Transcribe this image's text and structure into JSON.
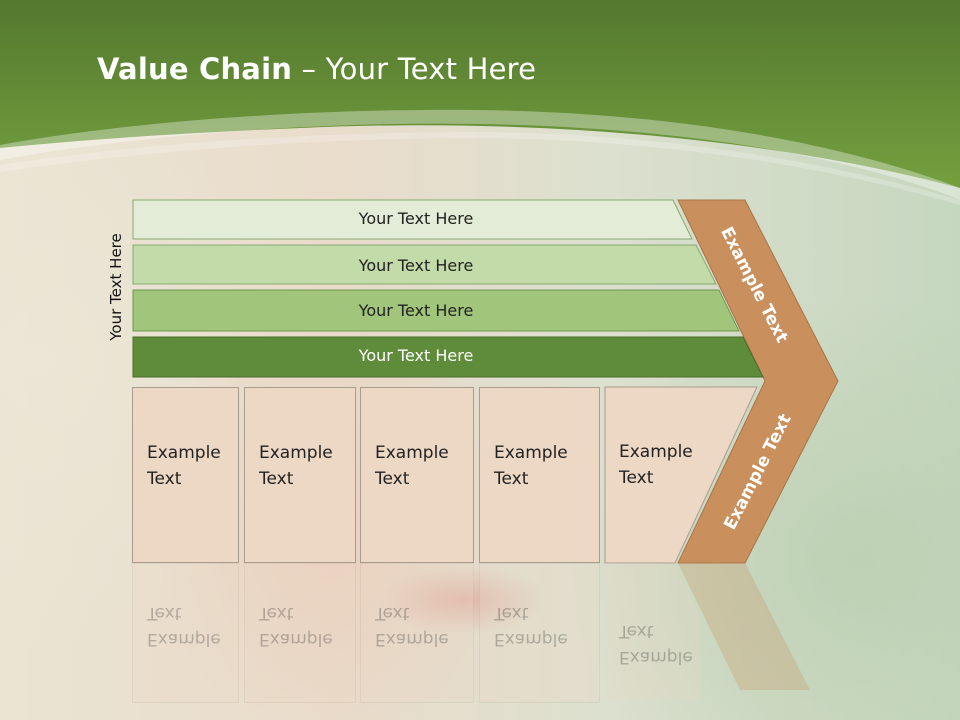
{
  "title": {
    "bold": "Value Chain",
    "rest": " – Your Text Here"
  },
  "side_label": "Your Text Here",
  "bars": [
    {
      "label": "Your Text Here",
      "fill": "#e2ecd6",
      "text_color": "#222222"
    },
    {
      "label": "Your Text Here",
      "fill": "#c3dba9",
      "text_color": "#222222"
    },
    {
      "label": "Your Text Here",
      "fill": "#a1c57b",
      "text_color": "#222222"
    },
    {
      "label": "Your Text Here",
      "fill": "#5f8c3b",
      "text_color": "#ffffff"
    }
  ],
  "boxes": [
    {
      "label_line1": "Example",
      "label_line2": "Text"
    },
    {
      "label_line1": "Example",
      "label_line2": "Text"
    },
    {
      "label_line1": "Example",
      "label_line2": "Text"
    },
    {
      "label_line1": "Example",
      "label_line2": "Text"
    },
    {
      "label_line1": "Example",
      "label_line2": "Text"
    }
  ],
  "chevron": {
    "top_label": "Example Text",
    "bottom_label": "Example Text",
    "fill": "#c98f5c"
  },
  "colors": {
    "header_green": "#6b9638",
    "box_fill": "#edd8c6"
  }
}
